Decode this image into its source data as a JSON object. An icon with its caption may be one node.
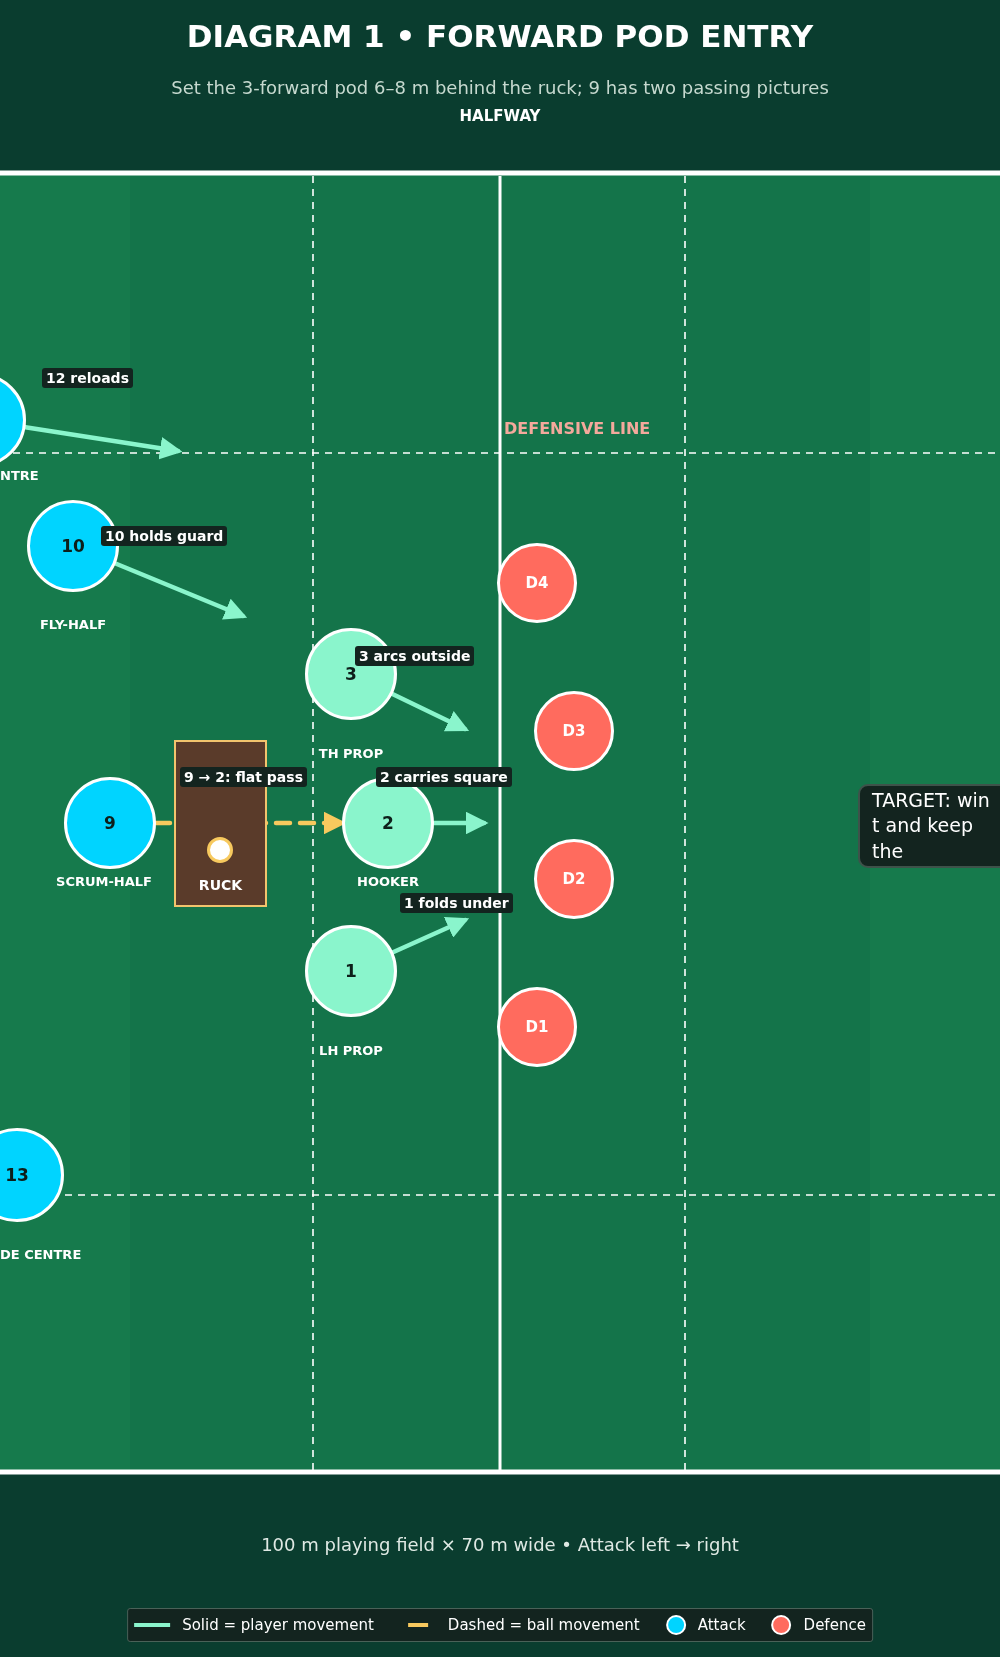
{
  "diagram": {
    "title": "DIAGRAM 1 • FORWARD POD ENTRY",
    "caption": "100 m playing field × 70 m wide • Attack left → right",
    "nodes": [
      {
        "text": [],
        "shape": "circle",
        "beside": [
          "NTRE"
        ]
      },
      {
        "text": [
          "10"
        ],
        "beside": [
          "FLY-HALF"
        ]
      },
      {
        "text": [
          "D4"
        ]
      },
      {
        "text": [
          "3"
        ],
        "beside": [
          "TH PROP"
        ]
      },
      {
        "text": [
          "D3"
        ]
      },
      {
        "text": [
          "RUCK"
        ]
      },
      {
        "text": [],
        "shape": "circle",
        "in": 5
      },
      {
        "text": [
          "9"
        ],
        "beside": [
          "SCRUM-HALF"
        ]
      },
      {
        "text": [
          "2"
        ],
        "beside": [
          "HOOKER"
        ]
      },
      {
        "text": [
          "TARGET: win t and keep the"
        ]
      },
      {
        "text": [
          "D2"
        ]
      },
      {
        "text": [
          "1"
        ],
        "beside": [
          "LH PROP"
        ]
      },
      {
        "text": [
          "D1"
        ]
      },
      {
        "text": [
          "13"
        ],
        "beside": [
          "DE CENTRE"
        ]
      }
    ],
    "edges": [
      {
        "from": 0,
        "to": null,
        "arrow": "to",
        "label": "12 reloads"
      },
      {
        "from": 1,
        "to": null,
        "arrow": "to",
        "label": "10 holds guard"
      },
      {
        "from": 3,
        "to": null,
        "arrow": "to",
        "label": "3 arcs outside"
      },
      {
        "from": 7,
        "to": 8,
        "arrow": "to",
        "label": "9 → 2: flat pass",
        "style": "dashed",
        "color": "#f7c95e"
      },
      {
        "from": 8,
        "to": null,
        "arrow": "to",
        "label": "2 carries square"
      },
      {
        "from": 11,
        "to": null,
        "arrow": "to",
        "label": "1 folds under"
      }
    ],
    "labels": [
      "Set the 3-forward pod 6–8 m behind the ruck; 9 has two passing pictures",
      "HALFWAY",
      "DEFENSIVE LINE"
    ],
    "legend": [
      {
        "text": "Solid = player movement"
      },
      {
        "text": "Dashed = ball movement"
      },
      {
        "text": "Attack",
        "color": "#00d4ff"
      },
      {
        "text": "Defence",
        "color": "#ff6b5e"
      }
    ]
  }
}
